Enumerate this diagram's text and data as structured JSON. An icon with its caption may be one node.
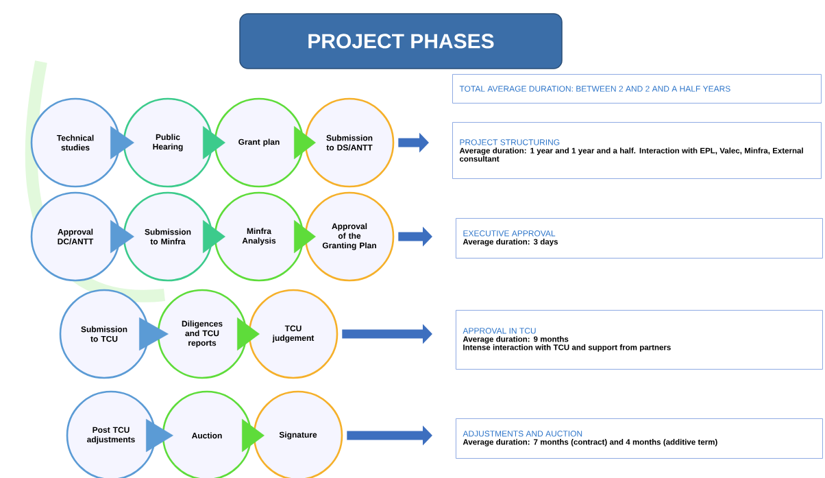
{
  "diagram": {
    "title": "PROJECT PHASES",
    "nodes": [
      {
        "text": [
          "TOTAL AVERAGE DURATION: BETWEEN 2 AND 2 AND A HALF YEARS"
        ]
      },
      {
        "text": [
          "Technical studies"
        ]
      },
      {
        "text": [
          "Public Hearing"
        ]
      },
      {
        "text": [
          "Grant plan"
        ]
      },
      {
        "text": [
          "Submission to DS/ANTT"
        ]
      },
      {
        "text": [
          "PROJECT STRUCTURING",
          "Average duration: 1 year and 1 year and a half. Interaction with EPL, Valec, Minfra, External consultant"
        ]
      },
      {
        "text": [
          "Approval DC/ANTT"
        ]
      },
      {
        "text": [
          "Submission to Minfra"
        ]
      },
      {
        "text": [
          "Minfra Analysis"
        ]
      },
      {
        "text": [
          "Approval of the Granting Plan"
        ]
      },
      {
        "text": [
          "EXECUTIVE APPROVAL",
          "Average duration: 3 days"
        ]
      },
      {
        "text": [
          "Submission to TCU"
        ]
      },
      {
        "text": [
          "Diligences and TCU reports"
        ]
      },
      {
        "text": [
          "TCU judgement"
        ]
      },
      {
        "text": [
          "APPROVAL IN TCU",
          "Average duration: 9 months",
          "Intense interaction with TCU and support from partners"
        ]
      },
      {
        "text": [
          "Post TCU adjustments"
        ]
      },
      {
        "text": [
          "Auction"
        ]
      },
      {
        "text": [
          "Signature"
        ]
      },
      {
        "text": [
          "ADJUSTMENTS AND AUCTION",
          "Average duration: 7 months (contract) and 4 months (additive term)"
        ]
      }
    ],
    "edges": [
      {
        "from": 1,
        "to": 2,
        "arrow": "to"
      },
      {
        "from": 2,
        "to": 3,
        "arrow": "to"
      },
      {
        "from": 3,
        "to": 4,
        "arrow": "to"
      },
      {
        "from": 4,
        "to": 5,
        "arrow": "to",
        "color": "#3d6fbf"
      },
      {
        "from": 6,
        "to": 7,
        "arrow": "to"
      },
      {
        "from": 7,
        "to": 8,
        "arrow": "to"
      },
      {
        "from": 8,
        "to": 9,
        "arrow": "to"
      },
      {
        "from": 9,
        "to": 10,
        "arrow": "to",
        "color": "#3d6fbf"
      },
      {
        "from": 11,
        "to": 12,
        "arrow": "to"
      },
      {
        "from": 12,
        "to": 13,
        "arrow": "to"
      },
      {
        "from": 13,
        "to": 14,
        "arrow": "to",
        "color": "#3d6fbf"
      },
      {
        "from": 15,
        "to": 16,
        "arrow": "to"
      },
      {
        "from": 16,
        "to": 17,
        "arrow": "to"
      },
      {
        "from": 17,
        "to": 18,
        "arrow": "to",
        "color": "#3d6fbf"
      }
    ]
  }
}
